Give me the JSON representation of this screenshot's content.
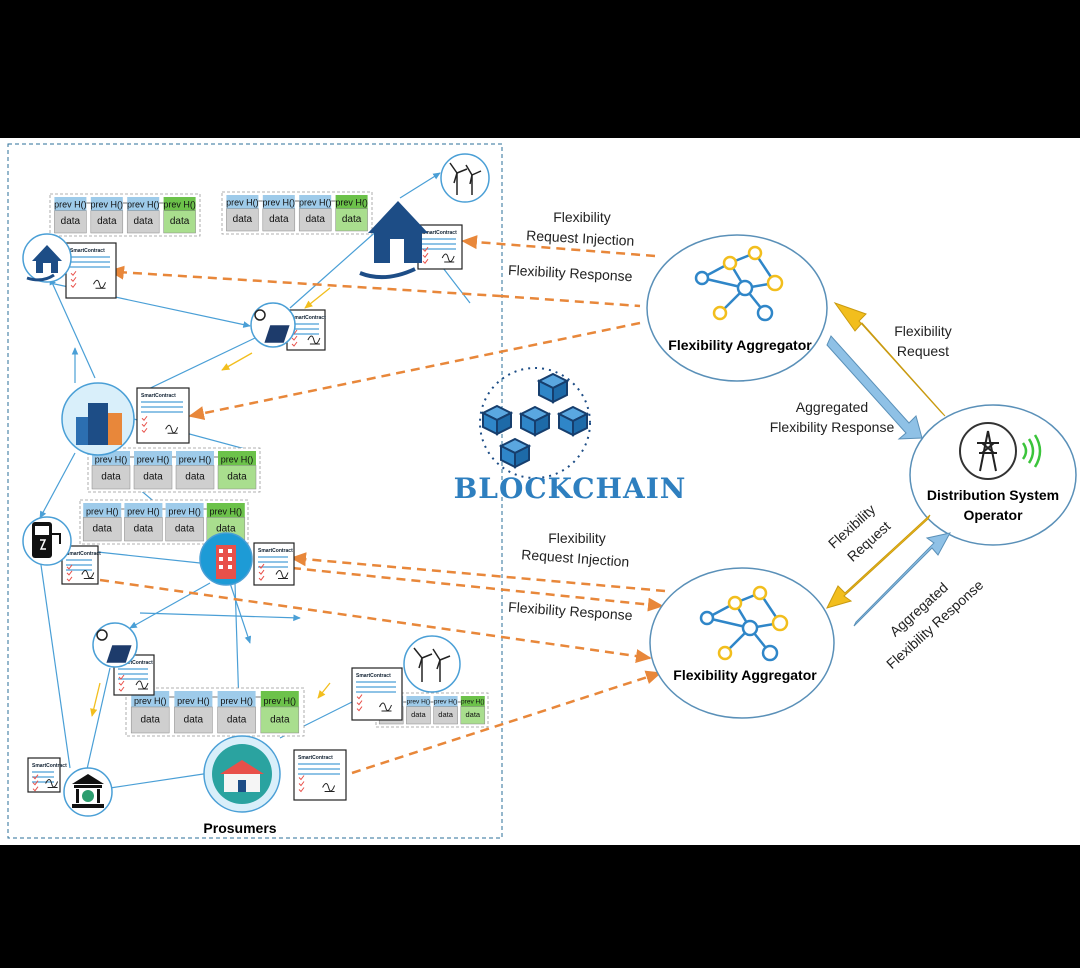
{
  "prosumers": {
    "title": "Prosumers"
  },
  "blockchain": {
    "title": "BLOCKCHAIN"
  },
  "aggregator_top": {
    "title": "Flexibility Aggregator"
  },
  "aggregator_bottom": {
    "title": "Flexibility Aggregator"
  },
  "dso": {
    "title_line1": "Distribution System",
    "title_line2": "Operator"
  },
  "labels": {
    "top_injection_line1": "Flexibility",
    "top_injection_line2": "Request Injection",
    "top_response": "Flexibility Response",
    "bottom_injection_line1": "Flexibility",
    "bottom_injection_line2": "Request Injection",
    "bottom_response": "Flexibility Response",
    "dso_to_top_line1": "Flexibility",
    "dso_to_top_line2": "Request",
    "top_to_dso_line1": "Aggregated",
    "top_to_dso_line2": "Flexibility Response",
    "dso_to_bottom_line1": "Flexibility",
    "dso_to_bottom_line2": "Request",
    "bottom_to_dso_line1": "Aggregated",
    "bottom_to_dso_line2": "Flexibility Response"
  },
  "block": {
    "header": "prev H()",
    "body": "data"
  },
  "smart_contract": {
    "label": "SmartContract"
  },
  "colors": {
    "dashed_arrow": "#e8873a",
    "blue_line": "#4a9fd6",
    "yellow_arrow": "#f2be1d",
    "blue_arrow": "#8fc1e6",
    "blockchain_blue": "#2e7fbf",
    "block_green": "#6cc24a"
  }
}
